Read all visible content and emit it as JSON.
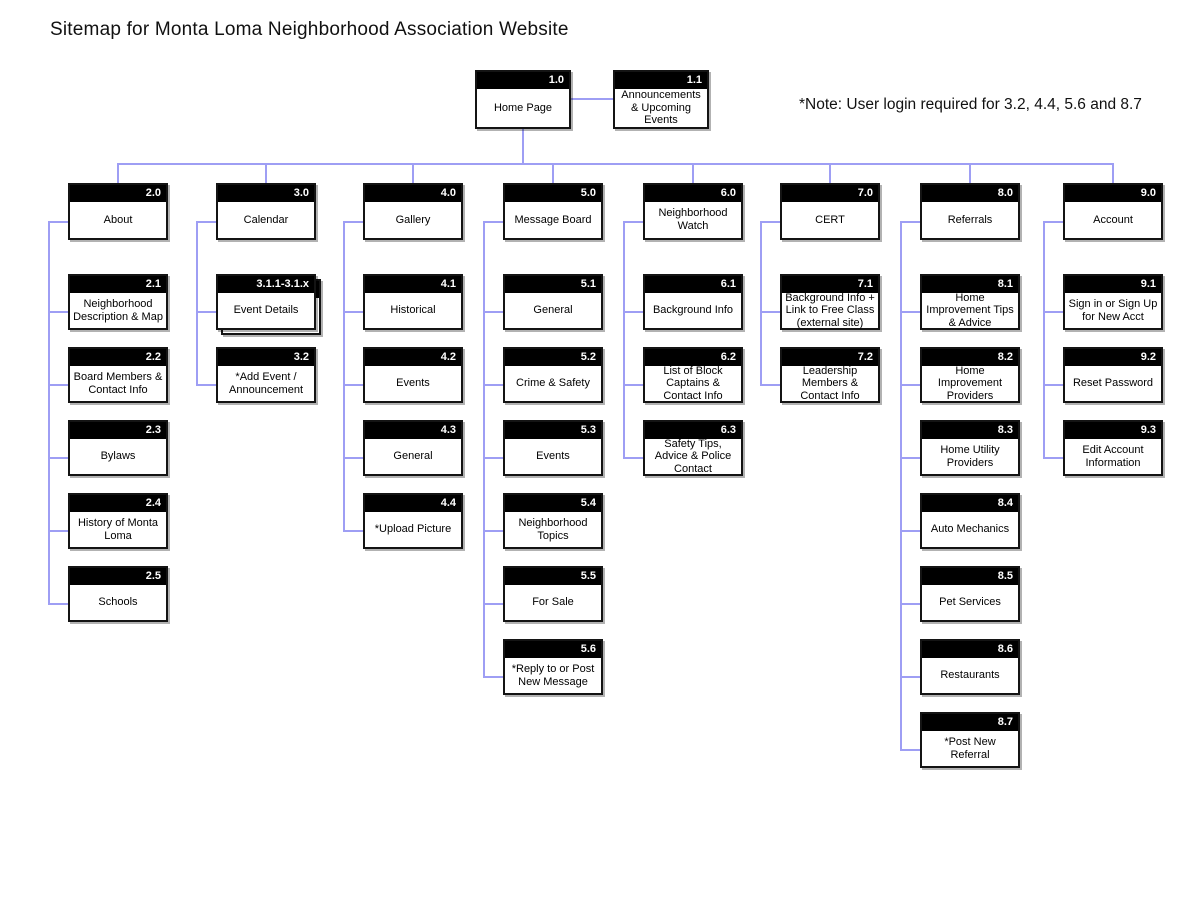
{
  "title": "Sitemap for Monta Loma Neighborhood Association Website",
  "note": "*Note: User login required for 3.2, 4.4, 5.6 and 8.7",
  "colors": {
    "connector": "#9e9ef4",
    "box_header": "#000000",
    "box_border": "#141414"
  },
  "root": {
    "id": "1.0",
    "label": "Home Page"
  },
  "sibling": {
    "id": "1.1",
    "label": "Announcements & Upcoming Events"
  },
  "sections": [
    {
      "id": "2.0",
      "label": "About",
      "children": [
        {
          "id": "2.1",
          "label": "Neighborhood Description & Map"
        },
        {
          "id": "2.2",
          "label": "Board Members & Contact Info"
        },
        {
          "id": "2.3",
          "label": "Bylaws"
        },
        {
          "id": "2.4",
          "label": "History of Monta Loma"
        },
        {
          "id": "2.5",
          "label": "Schools"
        }
      ]
    },
    {
      "id": "3.0",
      "label": "Calendar",
      "children": [
        {
          "id": "3.1.1-3.1.x",
          "label": "Event Details",
          "stacked": true
        },
        {
          "id": "3.2",
          "label": "*Add Event / Announcement"
        }
      ]
    },
    {
      "id": "4.0",
      "label": "Gallery",
      "children": [
        {
          "id": "4.1",
          "label": "Historical"
        },
        {
          "id": "4.2",
          "label": "Events"
        },
        {
          "id": "4.3",
          "label": "General"
        },
        {
          "id": "4.4",
          "label": "*Upload Picture"
        }
      ]
    },
    {
      "id": "5.0",
      "label": "Message Board",
      "children": [
        {
          "id": "5.1",
          "label": "General"
        },
        {
          "id": "5.2",
          "label": "Crime & Safety"
        },
        {
          "id": "5.3",
          "label": "Events"
        },
        {
          "id": "5.4",
          "label": "Neighborhood Topics"
        },
        {
          "id": "5.5",
          "label": "For Sale"
        },
        {
          "id": "5.6",
          "label": "*Reply to or Post New Message"
        }
      ]
    },
    {
      "id": "6.0",
      "label": "Neighborhood Watch",
      "children": [
        {
          "id": "6.1",
          "label": "Background Info"
        },
        {
          "id": "6.2",
          "label": "List of Block Captains & Contact Info"
        },
        {
          "id": "6.3",
          "label": "Safety Tips, Advice & Police Contact"
        }
      ]
    },
    {
      "id": "7.0",
      "label": "CERT",
      "children": [
        {
          "id": "7.1",
          "label": "Background Info + Link to Free Class (external site)"
        },
        {
          "id": "7.2",
          "label": "Leadership Members & Contact Info"
        }
      ]
    },
    {
      "id": "8.0",
      "label": "Referrals",
      "children": [
        {
          "id": "8.1",
          "label": "Home Improvement Tips & Advice"
        },
        {
          "id": "8.2",
          "label": "Home Improvement Providers"
        },
        {
          "id": "8.3",
          "label": "Home Utility Providers"
        },
        {
          "id": "8.4",
          "label": "Auto Mechanics"
        },
        {
          "id": "8.5",
          "label": "Pet Services"
        },
        {
          "id": "8.6",
          "label": "Restaurants"
        },
        {
          "id": "8.7",
          "label": "*Post New Referral"
        }
      ]
    },
    {
      "id": "9.0",
      "label": "Account",
      "children": [
        {
          "id": "9.1",
          "label": "Sign in or Sign Up for New Acct"
        },
        {
          "id": "9.2",
          "label": "Reset Password"
        },
        {
          "id": "9.3",
          "label": "Edit Account Information"
        }
      ]
    }
  ]
}
